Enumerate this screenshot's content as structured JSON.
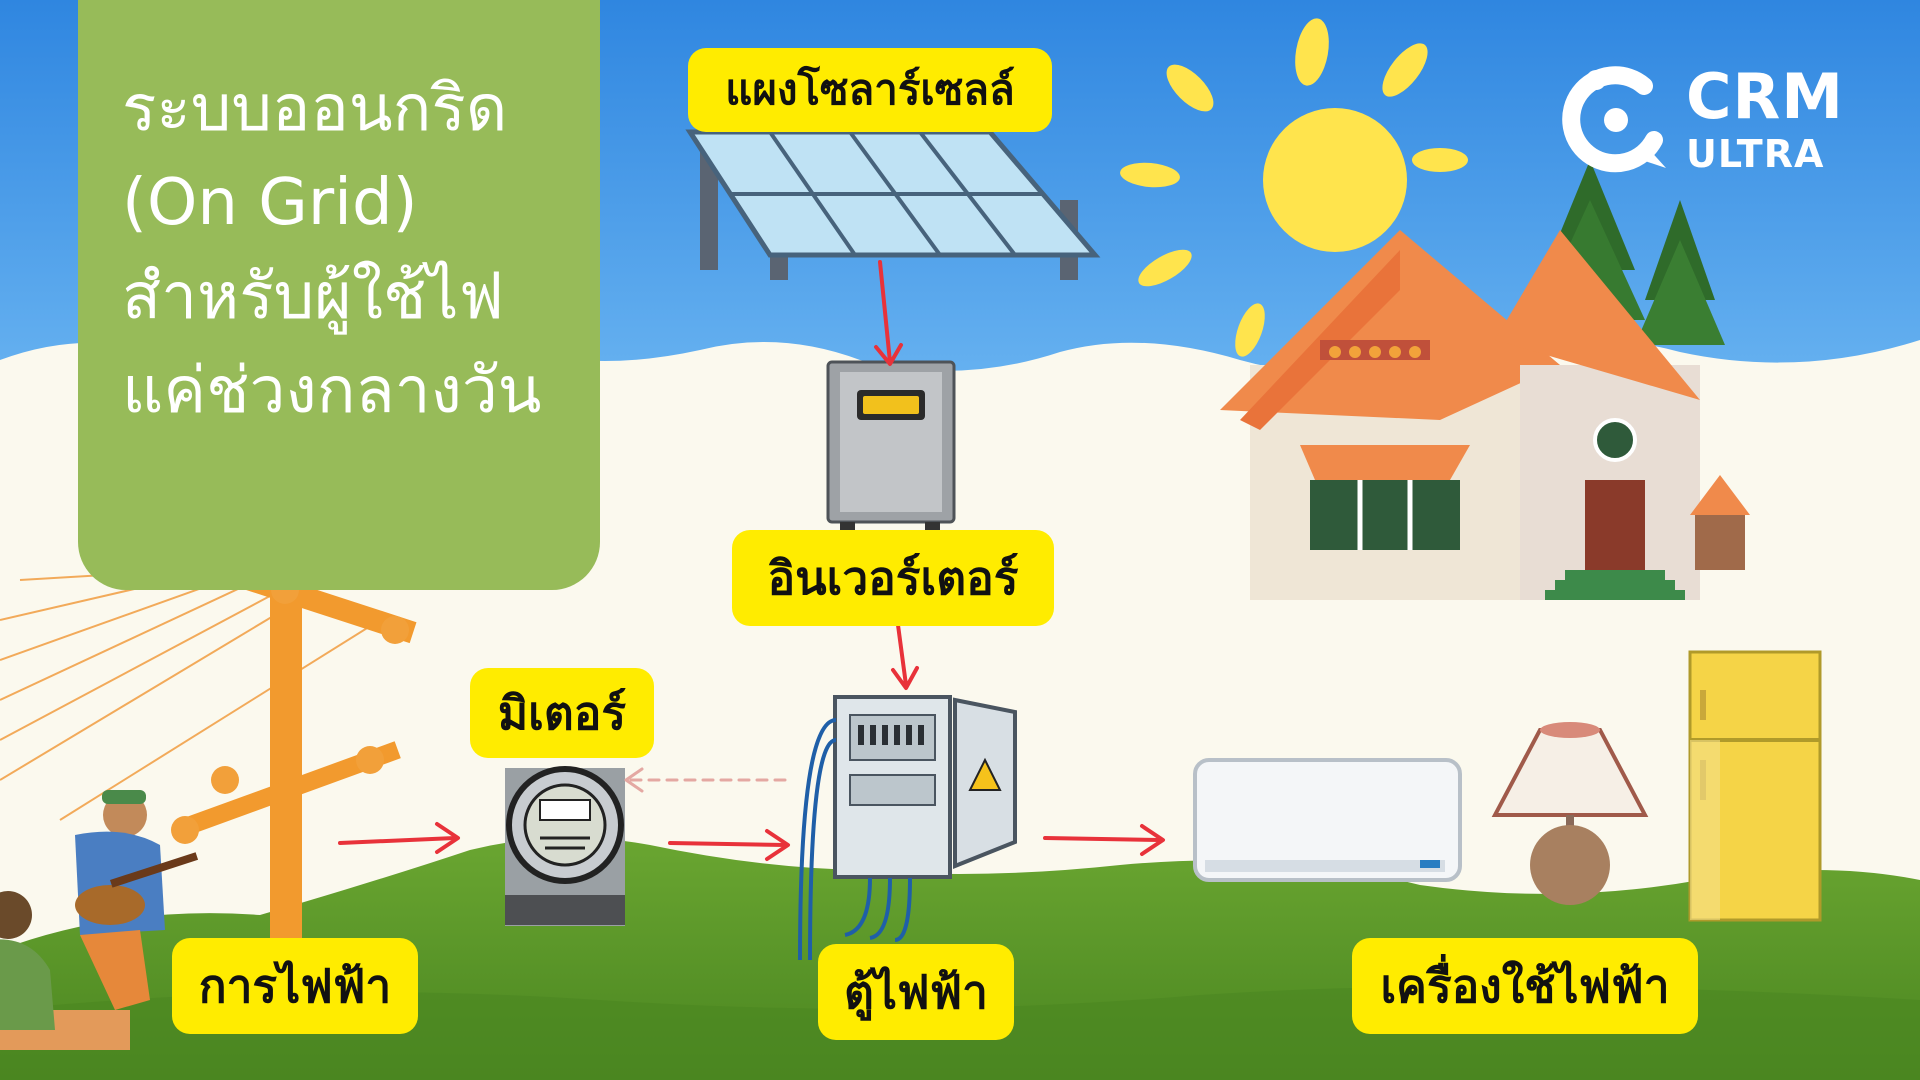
{
  "title": {
    "lines": [
      "ระบบออนกริด",
      "(On Grid)",
      "สำหรับผู้ใช้ไฟ",
      "แค่ช่วงกลางวัน"
    ]
  },
  "brand": {
    "name": "CRM",
    "sub": "ULTRA"
  },
  "labels": {
    "solar_panel": "แผงโซลาร์เซลล์",
    "inverter": "อินเวอร์เตอร์",
    "meter": "มิเตอร์",
    "grid": "การไฟฟ้า",
    "breaker": "ตู้ไฟฟ้า",
    "appliances": "เครื่องใช้ไฟฟ้า"
  },
  "colors": {
    "sky": "#3b8fe3",
    "grass": "#5f9a2a",
    "title_box": "#97bb59",
    "label_bg": "#ffec00",
    "arrow": "#e8323a",
    "pole": "#f29a2e",
    "sun": "#ffe44d"
  }
}
